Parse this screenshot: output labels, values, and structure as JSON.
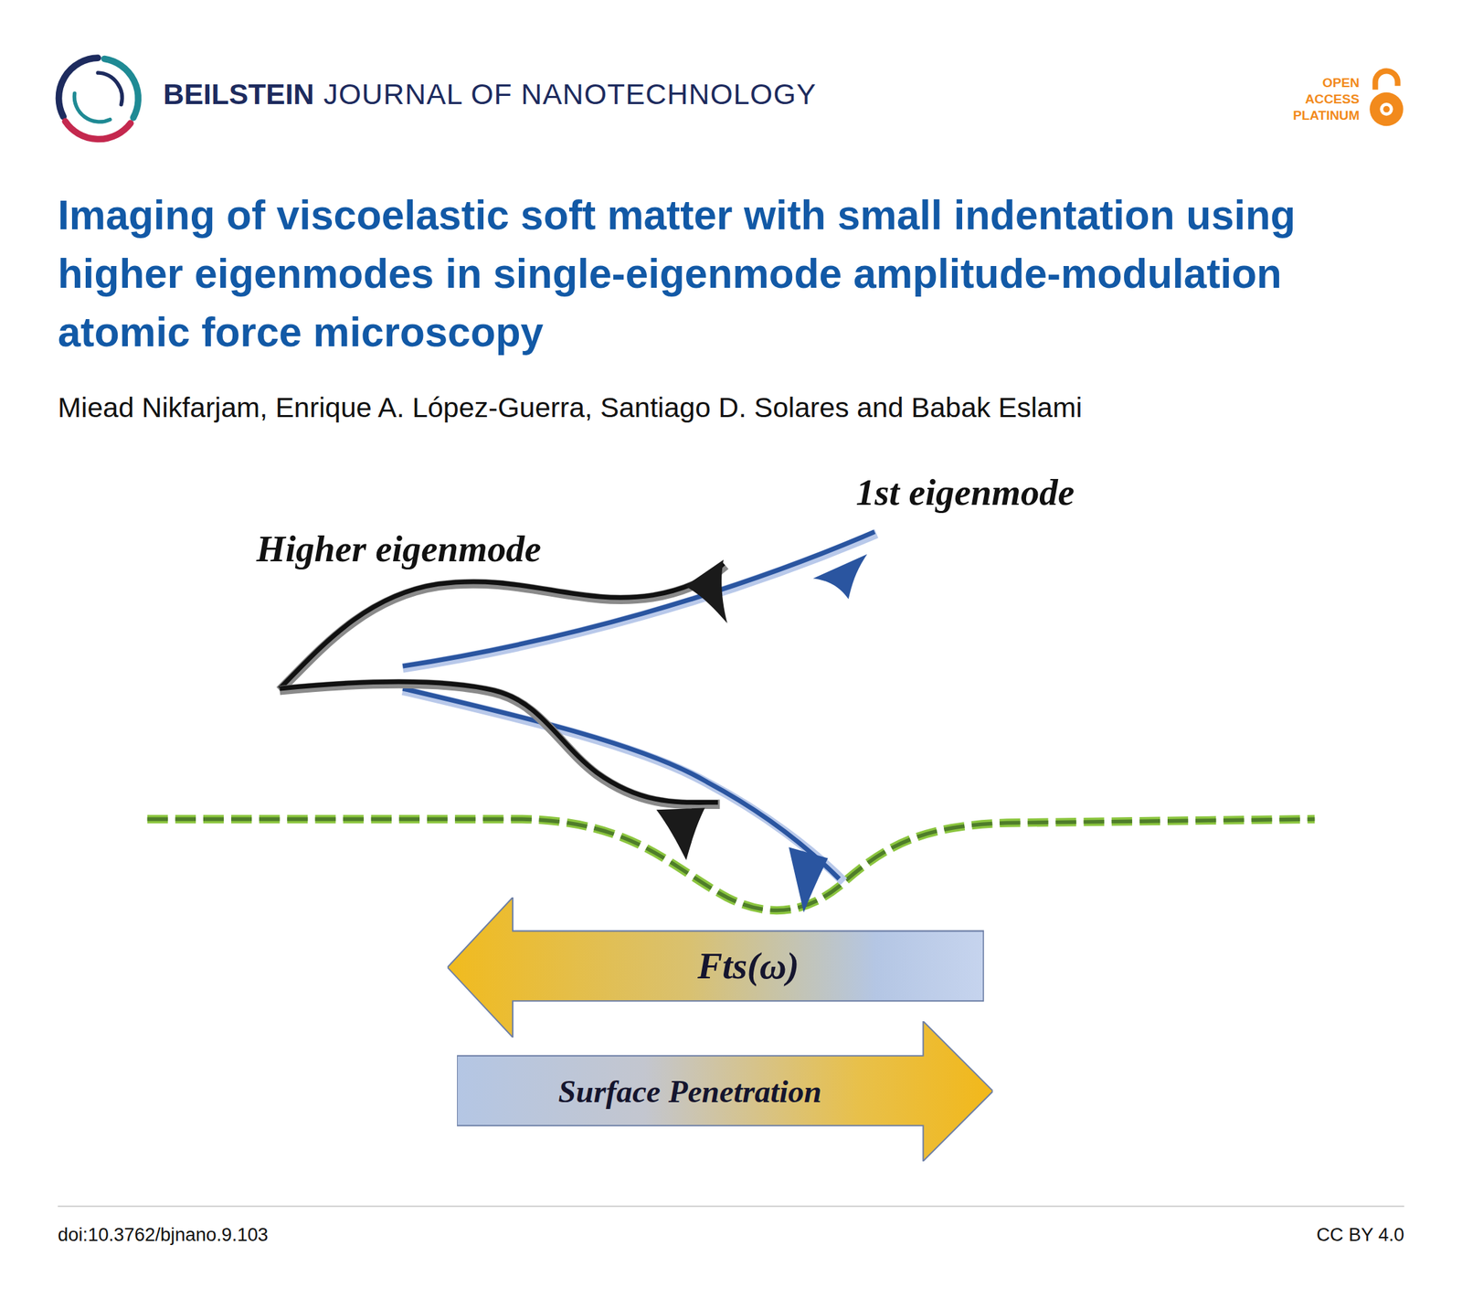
{
  "diagram": {
    "title": "Imaging of viscoelastic soft matter with small indentation using higher eigenmodes in single-eigenmode amplitude-modulation atomic force microscopy",
    "nodes": [
      {
        "text": [
          "Fts(ω)"
        ]
      },
      {
        "text": [
          "Surface Penetration"
        ]
      }
    ],
    "labels": [
      "BEILSTEIN",
      "JOURNAL OF NANOTECHNOLOGY",
      "OPEN ACCESS PLATINUM",
      "Miead Nikfarjam, Enrique A. López-Guerra, Santiago D. Solares and Babak Eslami",
      "Higher eigenmode",
      "1st eigenmode",
      "doi:10.3762/bjnano.9.103",
      "CC BY 4.0"
    ]
  }
}
